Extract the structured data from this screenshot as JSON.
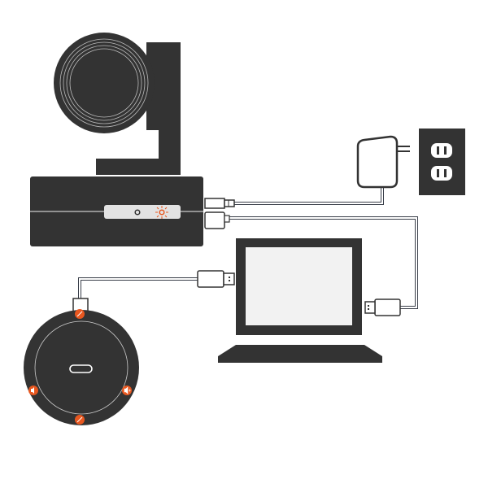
{
  "diagram": {
    "colors": {
      "device": "#333333",
      "accent": "#e8571f",
      "panel": "#e3e3e3",
      "cable": "#3a3f4a",
      "screen": "#f2f2f2"
    },
    "components": [
      "camera",
      "power-adapter",
      "wall-outlet",
      "laptop",
      "speakerphone"
    ]
  }
}
